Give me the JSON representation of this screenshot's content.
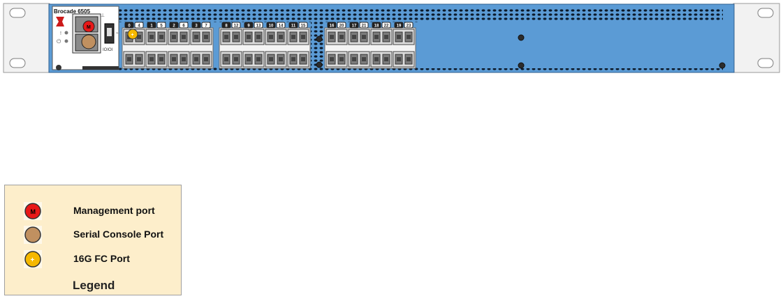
{
  "switch": {
    "model_label": "Brocade 6505",
    "usb_label": "IOIOI",
    "colors": {
      "chassis": "#5b9bd5",
      "rack_ear": "#f2f2f2",
      "management": "#e81818",
      "console": "#c09060",
      "fc16g": "#f5b800"
    },
    "port_groups": [
      {
        "top_labels": [
          "0",
          "4",
          "1",
          "5",
          "2",
          "6",
          "3",
          "7"
        ]
      },
      {
        "top_labels": [
          "8",
          "12",
          "9",
          "13",
          "10",
          "14",
          "11",
          "15"
        ]
      },
      {
        "top_labels": [
          "16",
          "20",
          "17",
          "21",
          "18",
          "22",
          "19",
          "23"
        ]
      }
    ]
  },
  "legend": {
    "title": "Legend",
    "items": [
      {
        "label": "Management port",
        "icon": "management-port-icon",
        "glyph": "M"
      },
      {
        "label": "Serial Console Port",
        "icon": "serial-console-icon",
        "glyph": ""
      },
      {
        "label": "16G FC Port",
        "icon": "fc-16g-icon",
        "glyph": "+"
      }
    ]
  }
}
